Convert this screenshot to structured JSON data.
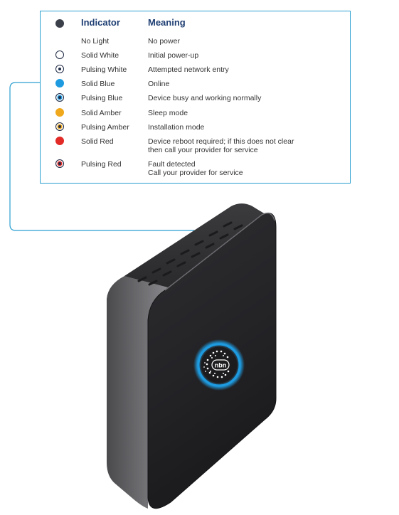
{
  "legend": {
    "header": {
      "indicator": "Indicator",
      "meaning": "Meaning",
      "dot_color": "#3b3f4a"
    },
    "rows": [
      {
        "indicator": "No Light",
        "meaning_line1": "No power",
        "meaning_line2": "",
        "color": "",
        "inner_dot": false
      },
      {
        "indicator": "Solid White",
        "meaning_line1": "Initial power-up",
        "meaning_line2": "",
        "color": "#ffffff",
        "inner_dot": false
      },
      {
        "indicator": "Pulsing White",
        "meaning_line1": "Attempted network entry",
        "meaning_line2": "",
        "color": "#ffffff",
        "inner_dot": true
      },
      {
        "indicator": "Solid Blue",
        "meaning_line1": "Online",
        "meaning_line2": "",
        "color": "#1e9be0",
        "inner_dot": false
      },
      {
        "indicator": "Pulsing Blue",
        "meaning_line1": "Device busy and working normally",
        "meaning_line2": "",
        "color": "#1e9be0",
        "inner_dot": true
      },
      {
        "indicator": "Solid Amber",
        "meaning_line1": "Sleep mode",
        "meaning_line2": "",
        "color": "#f0a81c",
        "inner_dot": false
      },
      {
        "indicator": "Pulsing Amber",
        "meaning_line1": "Installation mode",
        "meaning_line2": "",
        "color": "#f0a81c",
        "inner_dot": true
      },
      {
        "indicator": "Solid Red",
        "meaning_line1": "Device reboot required; if this does not clear",
        "meaning_line2": "then call your provider for service",
        "color": "#e22a27",
        "inner_dot": false
      },
      {
        "indicator": "Pulsing Red",
        "meaning_line1": "Fault detected",
        "meaning_line2": "Call your provider for service",
        "color": "#e22a27",
        "inner_dot": true
      }
    ]
  },
  "device": {
    "logo_text": "nbn",
    "led_color": "#1e9be0"
  },
  "colors": {
    "border": "#2b9fd0",
    "header_text": "#1f3f73",
    "body_text": "#333333"
  }
}
